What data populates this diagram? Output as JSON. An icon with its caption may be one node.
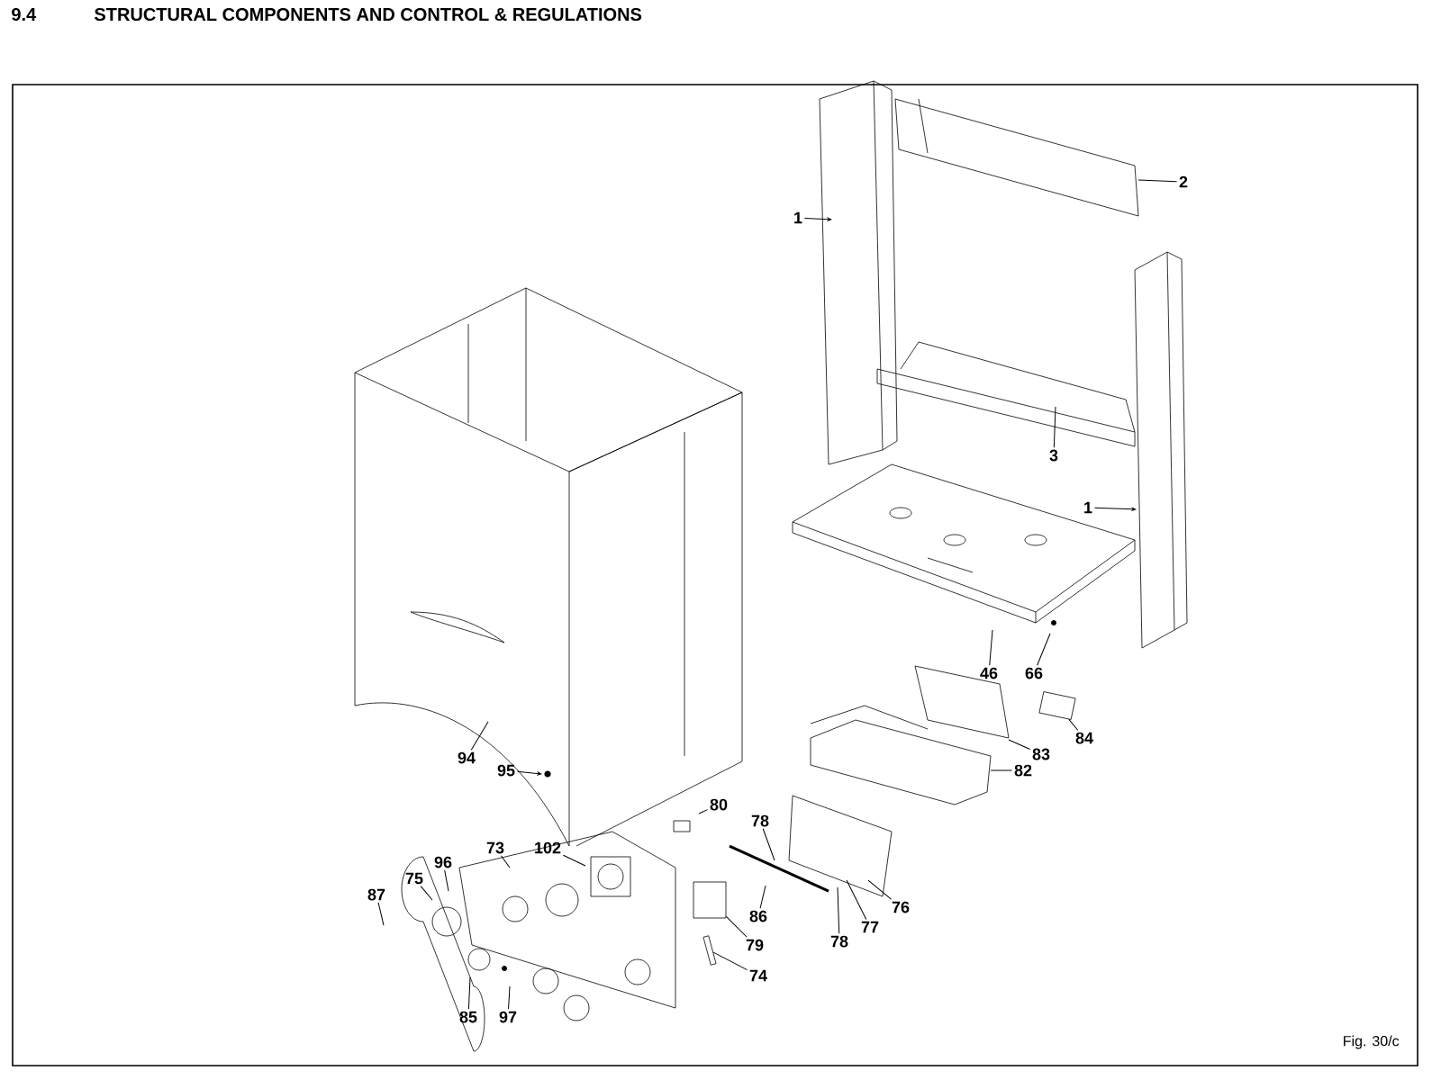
{
  "diagram": {
    "title": "STRUCTURAL COMPONENTS AND CONTROL & REGULATIONS",
    "caption": "Fig. 30/c",
    "labels": [
      "9.4"
    ],
    "nodes": [
      {
        "text": [
          "2"
        ]
      },
      {
        "text": [
          "1"
        ]
      },
      {
        "text": [
          "3"
        ]
      },
      {
        "text": [
          "1"
        ]
      },
      {
        "text": [
          "46"
        ]
      },
      {
        "text": [
          "66"
        ]
      },
      {
        "text": [
          "84"
        ]
      },
      {
        "text": [
          "83"
        ]
      },
      {
        "text": [
          "82"
        ]
      },
      {
        "text": [
          "94"
        ]
      },
      {
        "text": [
          "95"
        ]
      },
      {
        "text": [
          "80"
        ]
      },
      {
        "text": [
          "78"
        ]
      },
      {
        "text": [
          "73"
        ]
      },
      {
        "text": [
          "102"
        ]
      },
      {
        "text": [
          "96"
        ]
      },
      {
        "text": [
          "75"
        ]
      },
      {
        "text": [
          "87"
        ]
      },
      {
        "text": [
          "86"
        ]
      },
      {
        "text": [
          "76"
        ]
      },
      {
        "text": [
          "79"
        ]
      },
      {
        "text": [
          "77"
        ]
      },
      {
        "text": [
          "78"
        ]
      },
      {
        "text": [
          "74"
        ]
      },
      {
        "text": [
          "85"
        ]
      },
      {
        "text": [
          "97"
        ]
      },
      {
        "text": [],
        "shape": "box"
      },
      {
        "text": [],
        "shape": "box"
      },
      {
        "text": [],
        "shape": "bar"
      }
    ],
    "edges": [
      {
        "from": 0,
        "to": null,
        "arrow": "none"
      },
      {
        "from": 1,
        "to": null,
        "arrow": "to"
      },
      {
        "from": 2,
        "to": null,
        "arrow": "none"
      },
      {
        "from": 3,
        "to": null,
        "arrow": "to"
      },
      {
        "from": 4,
        "to": null,
        "arrow": "none"
      },
      {
        "from": 5,
        "to": null,
        "arrow": "none"
      },
      {
        "from": 6,
        "to": 26,
        "arrow": "none"
      },
      {
        "from": 7,
        "to": null,
        "arrow": "none"
      },
      {
        "from": 8,
        "to": null,
        "arrow": "none"
      },
      {
        "from": 9,
        "to": null,
        "arrow": "none"
      },
      {
        "from": 10,
        "to": null,
        "arrow": "to"
      },
      {
        "from": 11,
        "to": null,
        "arrow": "none"
      },
      {
        "from": 12,
        "to": null,
        "arrow": "none"
      },
      {
        "from": 13,
        "to": null,
        "arrow": "none"
      },
      {
        "from": 14,
        "to": null,
        "arrow": "none"
      },
      {
        "from": 15,
        "to": null,
        "arrow": "none"
      },
      {
        "from": 16,
        "to": null,
        "arrow": "none"
      },
      {
        "from": 17,
        "to": null,
        "arrow": "none"
      },
      {
        "from": 18,
        "to": null,
        "arrow": "none"
      },
      {
        "from": 19,
        "to": null,
        "arrow": "none"
      },
      {
        "from": 20,
        "to": 27,
        "arrow": "none"
      },
      {
        "from": 21,
        "to": null,
        "arrow": "none"
      },
      {
        "from": 22,
        "to": null,
        "arrow": "none"
      },
      {
        "from": 23,
        "to": 28,
        "arrow": "none"
      },
      {
        "from": 24,
        "to": null,
        "arrow": "none"
      },
      {
        "from": 25,
        "to": null,
        "arrow": "none"
      }
    ]
  }
}
